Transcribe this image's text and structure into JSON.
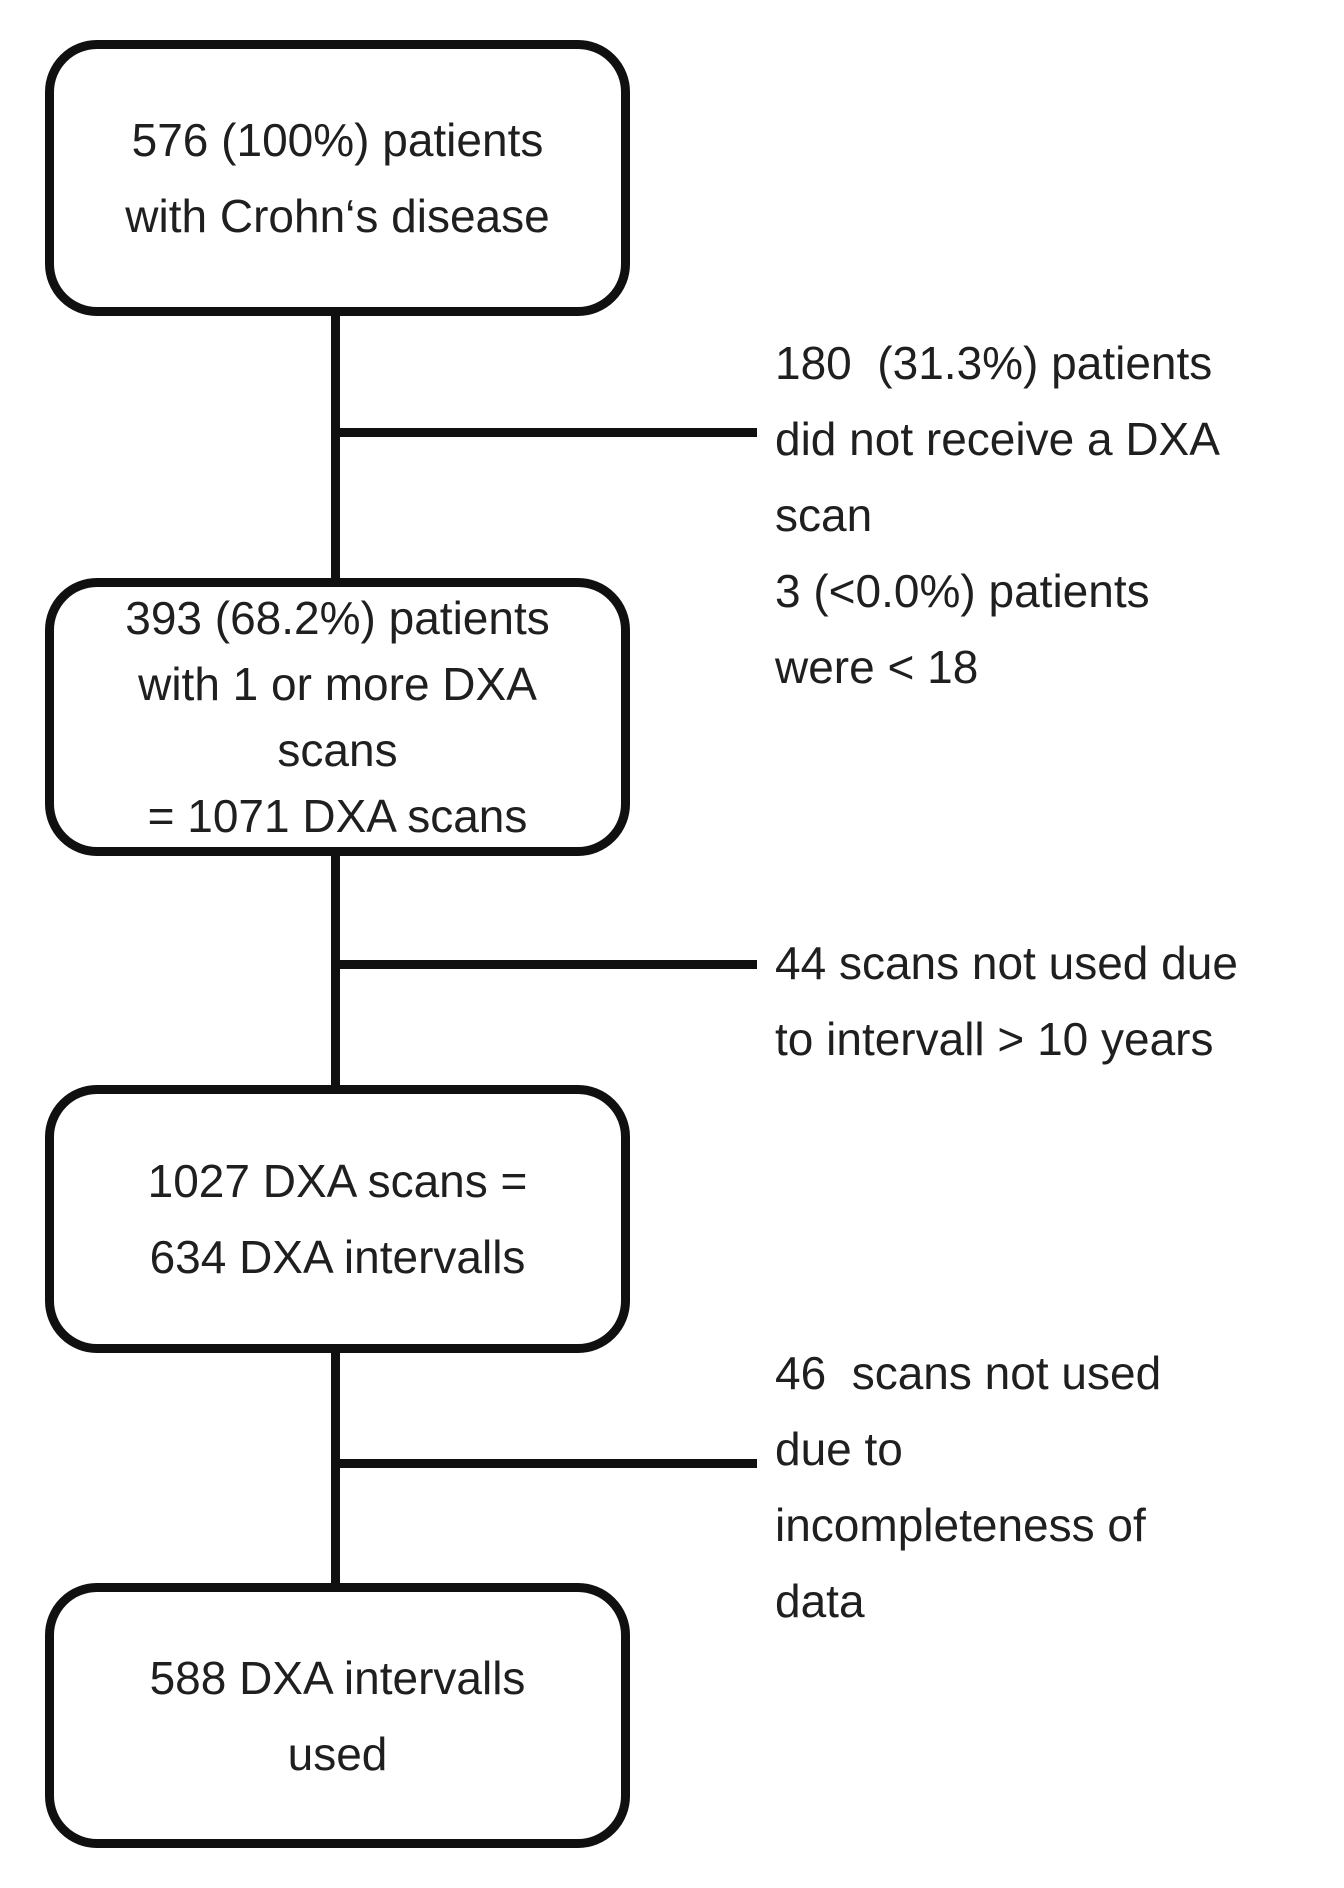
{
  "figure": {
    "type": "patient-flow-diagram",
    "colors": {
      "background": "#ffffff",
      "line": "#101010",
      "text": "#1f1f1f"
    }
  },
  "flow": {
    "boxes": [
      {
        "id": "patients-total",
        "lines": [
          "576 (100%) patients",
          "with Crohn‘s disease"
        ]
      },
      {
        "id": "patients-with-dxa",
        "lines": [
          "393 (68.2%) patients",
          "with 1 or more DXA",
          "scans",
          "= 1071 DXA scans"
        ]
      },
      {
        "id": "dxa-scans-intervals",
        "lines": [
          "1027 DXA scans =",
          "634 DXA intervalls"
        ]
      },
      {
        "id": "intervals-used",
        "lines": [
          "588 DXA intervalls",
          "used"
        ]
      }
    ],
    "side_notes": [
      {
        "id": "excluded-no-dxa",
        "lines": [
          "180  (31.3%) patients",
          "did not receive a DXA",
          "scan",
          "3 (<0.0%) patients",
          "were < 18"
        ]
      },
      {
        "id": "excluded-interval",
        "lines": [
          "44 scans not used due",
          "to intervall > 10 years"
        ]
      },
      {
        "id": "excluded-incomplete",
        "lines": [
          "46  scans not used",
          "due to",
          "incompleteness of",
          "data"
        ]
      }
    ]
  }
}
